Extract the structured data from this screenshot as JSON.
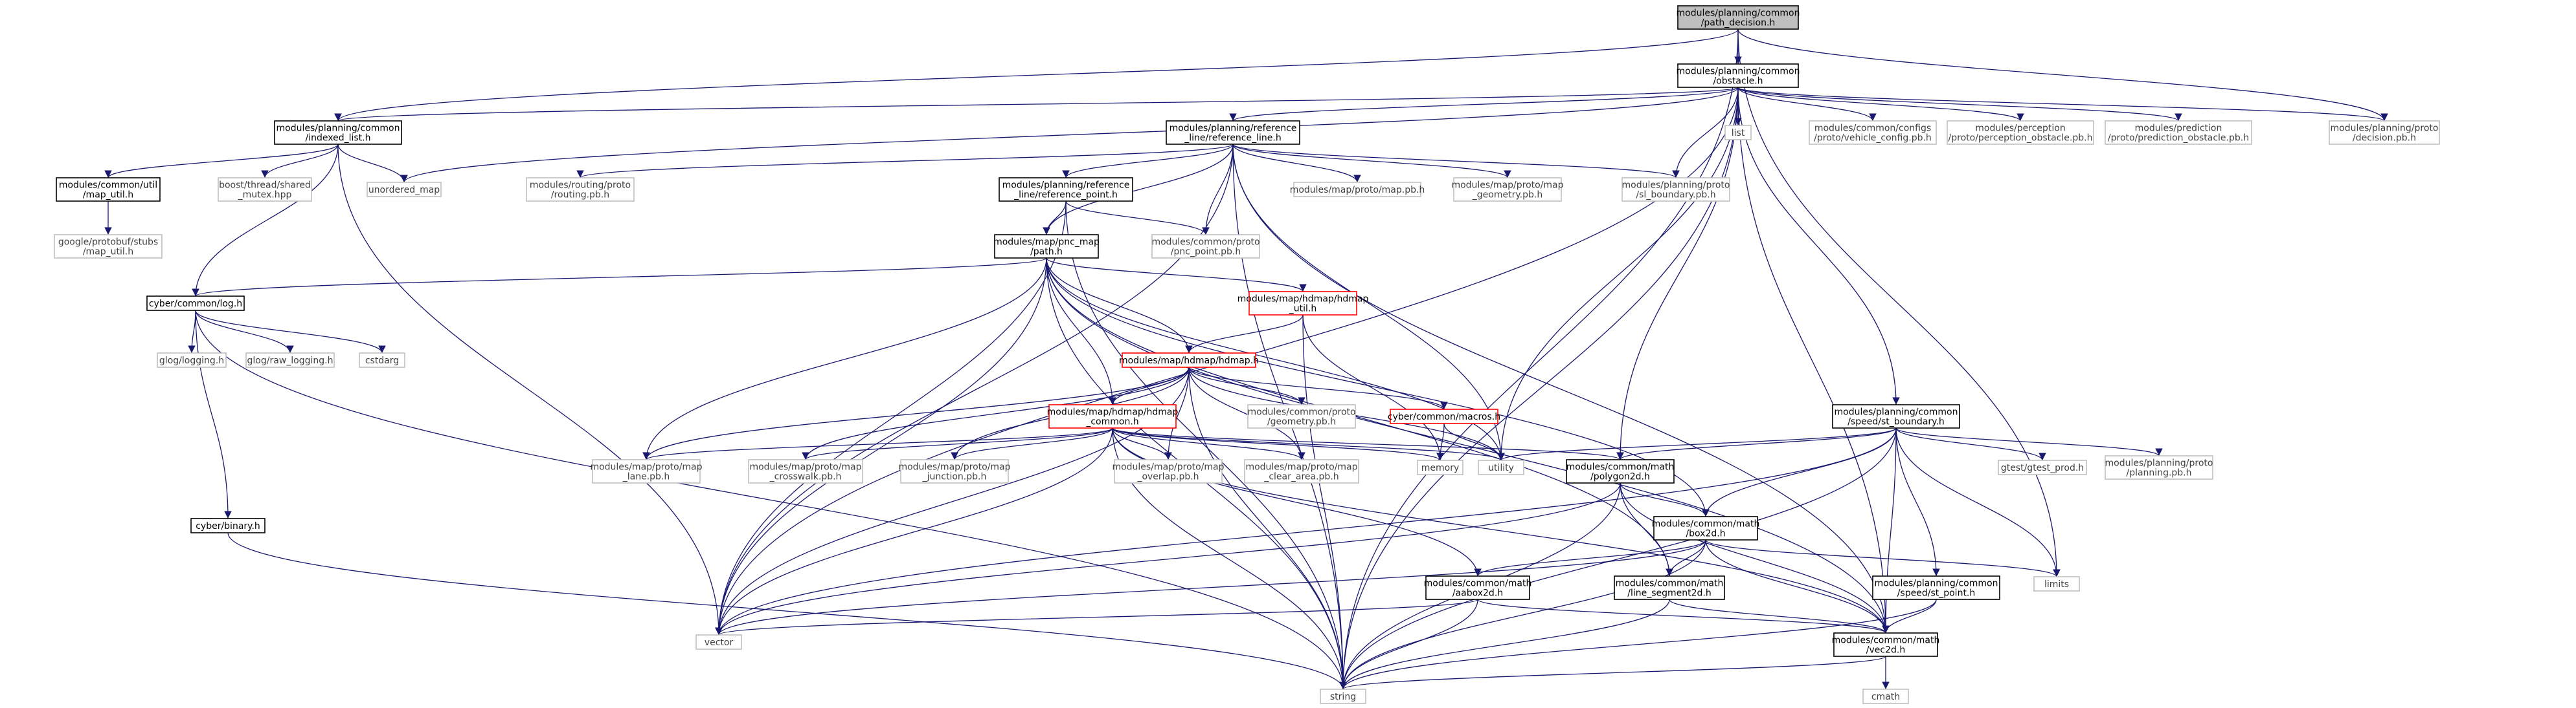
{
  "styles": {
    "edge": "#191970",
    "border_normal": "#000000",
    "border_missing": "#bfbfbf",
    "border_truncated": "#ff0000",
    "fill_root": "#bfbfbf",
    "fill_normal": "#ffffff",
    "text_normal": "#000000",
    "text_missing": "#404040"
  },
  "nodes": [
    {
      "id": "path_decision",
      "lines": [
        "modules/planning/common",
        "/path_decision.h"
      ],
      "kind": "root"
    },
    {
      "id": "obstacle",
      "lines": [
        "modules/planning/common",
        "/obstacle.h"
      ],
      "kind": "normal"
    },
    {
      "id": "indexed_list",
      "lines": [
        "modules/planning/common",
        "/indexed_list.h"
      ],
      "kind": "normal"
    },
    {
      "id": "unordered_map",
      "lines": [
        "unordered_map"
      ],
      "kind": "missing"
    },
    {
      "id": "map_util",
      "lines": [
        "modules/common/util",
        "/map_util.h"
      ],
      "kind": "normal"
    },
    {
      "id": "shared_mutex",
      "lines": [
        "boost/thread/shared",
        "_mutex.hpp"
      ],
      "kind": "missing"
    },
    {
      "id": "stubs_map_util",
      "lines": [
        "google/protobuf/stubs",
        "/map_util.h"
      ],
      "kind": "missing"
    },
    {
      "id": "reference_line",
      "lines": [
        "modules/planning/reference",
        "_line/reference_line.h"
      ],
      "kind": "normal"
    },
    {
      "id": "routing_pb",
      "lines": [
        "modules/routing/proto",
        "/routing.pb.h"
      ],
      "kind": "missing"
    },
    {
      "id": "reference_point",
      "lines": [
        "modules/planning/reference",
        "_line/reference_point.h"
      ],
      "kind": "normal"
    },
    {
      "id": "map_pb",
      "lines": [
        "modules/map/proto/map.pb.h"
      ],
      "kind": "missing"
    },
    {
      "id": "map_geometry_pb",
      "lines": [
        "modules/map/proto/map",
        "_geometry.pb.h"
      ],
      "kind": "missing"
    },
    {
      "id": "sl_boundary_pb",
      "lines": [
        "modules/planning/proto",
        "/sl_boundary.pb.h"
      ],
      "kind": "missing"
    },
    {
      "id": "list",
      "lines": [
        "list"
      ],
      "kind": "missing"
    },
    {
      "id": "vehicle_config_pb",
      "lines": [
        "modules/common/configs",
        "/proto/vehicle_config.pb.h"
      ],
      "kind": "missing"
    },
    {
      "id": "perception_obstacle_pb",
      "lines": [
        "modules/perception",
        "/proto/perception_obstacle.pb.h"
      ],
      "kind": "missing"
    },
    {
      "id": "prediction_obstacle_pb",
      "lines": [
        "modules/prediction",
        "/proto/prediction_obstacle.pb.h"
      ],
      "kind": "missing"
    },
    {
      "id": "decision_pb",
      "lines": [
        "modules/planning/proto",
        "/decision.pb.h"
      ],
      "kind": "missing"
    },
    {
      "id": "pnc_path",
      "lines": [
        "modules/map/pnc_map",
        "/path.h"
      ],
      "kind": "normal"
    },
    {
      "id": "pnc_point_pb",
      "lines": [
        "modules/common/proto",
        "/pnc_point.pb.h"
      ],
      "kind": "missing"
    },
    {
      "id": "log",
      "lines": [
        "cyber/common/log.h"
      ],
      "kind": "normal"
    },
    {
      "id": "glog_logging",
      "lines": [
        "glog/logging.h"
      ],
      "kind": "missing"
    },
    {
      "id": "glog_raw_logging",
      "lines": [
        "glog/raw_logging.h"
      ],
      "kind": "missing"
    },
    {
      "id": "cstdarg",
      "lines": [
        "cstdarg"
      ],
      "kind": "missing"
    },
    {
      "id": "binary",
      "lines": [
        "cyber/binary.h"
      ],
      "kind": "normal"
    },
    {
      "id": "hdmap_util",
      "lines": [
        "modules/map/hdmap/hdmap",
        "_util.h"
      ],
      "kind": "truncated"
    },
    {
      "id": "hdmap",
      "lines": [
        "modules/map/hdmap/hdmap.h"
      ],
      "kind": "truncated"
    },
    {
      "id": "hdmap_common",
      "lines": [
        "modules/map/hdmap/hdmap",
        "_common.h"
      ],
      "kind": "truncated"
    },
    {
      "id": "geometry_pb",
      "lines": [
        "modules/common/proto",
        "/geometry.pb.h"
      ],
      "kind": "missing"
    },
    {
      "id": "macros",
      "lines": [
        "cyber/common/macros.h"
      ],
      "kind": "truncated"
    },
    {
      "id": "memory",
      "lines": [
        "memory"
      ],
      "kind": "missing"
    },
    {
      "id": "utility",
      "lines": [
        "utility"
      ],
      "kind": "missing"
    },
    {
      "id": "lane_pb",
      "lines": [
        "modules/map/proto/map",
        "_lane.pb.h"
      ],
      "kind": "missing"
    },
    {
      "id": "crosswalk_pb",
      "lines": [
        "modules/map/proto/map",
        "_crosswalk.pb.h"
      ],
      "kind": "missing"
    },
    {
      "id": "junction_pb",
      "lines": [
        "modules/map/proto/map",
        "_junction.pb.h"
      ],
      "kind": "missing"
    },
    {
      "id": "overlap_pb",
      "lines": [
        "modules/map/proto/map",
        "_overlap.pb.h"
      ],
      "kind": "missing"
    },
    {
      "id": "clear_area_pb",
      "lines": [
        "modules/map/proto/map",
        "_clear_area.pb.h"
      ],
      "kind": "missing"
    },
    {
      "id": "st_boundary",
      "lines": [
        "modules/planning/common",
        "/speed/st_boundary.h"
      ],
      "kind": "normal"
    },
    {
      "id": "gtest_prod",
      "lines": [
        "gtest/gtest_prod.h"
      ],
      "kind": "missing"
    },
    {
      "id": "planning_pb",
      "lines": [
        "modules/planning/proto",
        "/planning.pb.h"
      ],
      "kind": "missing"
    },
    {
      "id": "polygon2d",
      "lines": [
        "modules/common/math",
        "/polygon2d.h"
      ],
      "kind": "normal"
    },
    {
      "id": "box2d",
      "lines": [
        "modules/common/math",
        "/box2d.h"
      ],
      "kind": "normal"
    },
    {
      "id": "limits",
      "lines": [
        "limits"
      ],
      "kind": "missing"
    },
    {
      "id": "aabox2d",
      "lines": [
        "modules/common/math",
        "/aabox2d.h"
      ],
      "kind": "normal"
    },
    {
      "id": "line_segment2d",
      "lines": [
        "modules/common/math",
        "/line_segment2d.h"
      ],
      "kind": "normal"
    },
    {
      "id": "st_point",
      "lines": [
        "modules/planning/common",
        "/speed/st_point.h"
      ],
      "kind": "normal"
    },
    {
      "id": "vector",
      "lines": [
        "vector"
      ],
      "kind": "missing"
    },
    {
      "id": "vec2d",
      "lines": [
        "modules/common/math",
        "/vec2d.h"
      ],
      "kind": "normal"
    },
    {
      "id": "string",
      "lines": [
        "string"
      ],
      "kind": "missing"
    },
    {
      "id": "cmath",
      "lines": [
        "cmath"
      ],
      "kind": "missing"
    }
  ],
  "edges": [
    [
      "path_decision",
      "obstacle"
    ],
    [
      "path_decision",
      "indexed_list"
    ],
    [
      "path_decision",
      "decision_pb"
    ],
    [
      "path_decision",
      "limits"
    ],
    [
      "path_decision",
      "string"
    ],
    [
      "obstacle",
      "indexed_list"
    ],
    [
      "obstacle",
      "reference_line"
    ],
    [
      "obstacle",
      "unordered_map"
    ],
    [
      "obstacle",
      "sl_boundary_pb"
    ],
    [
      "obstacle",
      "list"
    ],
    [
      "obstacle",
      "vehicle_config_pb"
    ],
    [
      "obstacle",
      "perception_obstacle_pb"
    ],
    [
      "obstacle",
      "prediction_obstacle_pb"
    ],
    [
      "obstacle",
      "decision_pb"
    ],
    [
      "obstacle",
      "st_boundary"
    ],
    [
      "obstacle",
      "polygon2d"
    ],
    [
      "obstacle",
      "vec2d"
    ],
    [
      "obstacle",
      "utility"
    ],
    [
      "obstacle",
      "vector"
    ],
    [
      "obstacle",
      "string"
    ],
    [
      "indexed_list",
      "unordered_map"
    ],
    [
      "indexed_list",
      "map_util"
    ],
    [
      "indexed_list",
      "shared_mutex"
    ],
    [
      "indexed_list",
      "log"
    ],
    [
      "indexed_list",
      "vector"
    ],
    [
      "map_util",
      "stubs_map_util"
    ],
    [
      "reference_line",
      "routing_pb"
    ],
    [
      "reference_line",
      "reference_point"
    ],
    [
      "reference_line",
      "map_pb"
    ],
    [
      "reference_line",
      "map_geometry_pb"
    ],
    [
      "reference_line",
      "sl_boundary_pb"
    ],
    [
      "reference_line",
      "pnc_path"
    ],
    [
      "reference_line",
      "pnc_point_pb"
    ],
    [
      "reference_line",
      "vec2d"
    ],
    [
      "reference_line",
      "utility"
    ],
    [
      "reference_line",
      "vector"
    ],
    [
      "reference_line",
      "string"
    ],
    [
      "reference_point",
      "pnc_path"
    ],
    [
      "reference_point",
      "pnc_point_pb"
    ],
    [
      "reference_point",
      "vector"
    ],
    [
      "reference_point",
      "string"
    ],
    [
      "pnc_path",
      "log"
    ],
    [
      "pnc_path",
      "hdmap_util"
    ],
    [
      "pnc_path",
      "hdmap"
    ],
    [
      "pnc_path",
      "hdmap_common"
    ],
    [
      "pnc_path",
      "lane_pb"
    ],
    [
      "pnc_path",
      "box2d"
    ],
    [
      "pnc_path",
      "line_segment2d"
    ],
    [
      "pnc_path",
      "vec2d"
    ],
    [
      "pnc_path",
      "utility"
    ],
    [
      "pnc_path",
      "vector"
    ],
    [
      "pnc_path",
      "string"
    ],
    [
      "log",
      "glog_logging"
    ],
    [
      "log",
      "glog_raw_logging"
    ],
    [
      "log",
      "cstdarg"
    ],
    [
      "log",
      "binary"
    ],
    [
      "log",
      "string"
    ],
    [
      "binary",
      "string"
    ],
    [
      "hdmap_util",
      "hdmap"
    ],
    [
      "hdmap_util",
      "memory"
    ],
    [
      "hdmap_util",
      "string"
    ],
    [
      "hdmap",
      "hdmap_common"
    ],
    [
      "hdmap",
      "geometry_pb"
    ],
    [
      "hdmap",
      "macros"
    ],
    [
      "hdmap",
      "lane_pb"
    ],
    [
      "hdmap",
      "crosswalk_pb"
    ],
    [
      "hdmap",
      "junction_pb"
    ],
    [
      "hdmap",
      "overlap_pb"
    ],
    [
      "hdmap",
      "clear_area_pb"
    ],
    [
      "hdmap",
      "utility"
    ],
    [
      "hdmap",
      "vector"
    ],
    [
      "hdmap",
      "string"
    ],
    [
      "hdmap_common",
      "lane_pb"
    ],
    [
      "hdmap_common",
      "crosswalk_pb"
    ],
    [
      "hdmap_common",
      "junction_pb"
    ],
    [
      "hdmap_common",
      "overlap_pb"
    ],
    [
      "hdmap_common",
      "clear_area_pb"
    ],
    [
      "hdmap_common",
      "memory"
    ],
    [
      "hdmap_common",
      "utility"
    ],
    [
      "hdmap_common",
      "polygon2d"
    ],
    [
      "hdmap_common",
      "aabox2d"
    ],
    [
      "hdmap_common",
      "vec2d"
    ],
    [
      "hdmap_common",
      "vector"
    ],
    [
      "hdmap_common",
      "string"
    ],
    [
      "macros",
      "memory"
    ],
    [
      "macros",
      "utility"
    ],
    [
      "st_boundary",
      "gtest_prod"
    ],
    [
      "st_boundary",
      "planning_pb"
    ],
    [
      "st_boundary",
      "polygon2d"
    ],
    [
      "st_boundary",
      "box2d"
    ],
    [
      "st_boundary",
      "limits"
    ],
    [
      "st_boundary",
      "st_point"
    ],
    [
      "st_boundary",
      "vec2d"
    ],
    [
      "st_boundary",
      "utility"
    ],
    [
      "st_boundary",
      "vector"
    ],
    [
      "st_boundary",
      "string"
    ],
    [
      "polygon2d",
      "box2d"
    ],
    [
      "polygon2d",
      "line_segment2d"
    ],
    [
      "polygon2d",
      "vec2d"
    ],
    [
      "polygon2d",
      "vector"
    ],
    [
      "polygon2d",
      "string"
    ],
    [
      "box2d",
      "aabox2d"
    ],
    [
      "box2d",
      "line_segment2d"
    ],
    [
      "box2d",
      "vec2d"
    ],
    [
      "box2d",
      "limits"
    ],
    [
      "box2d",
      "vector"
    ],
    [
      "box2d",
      "string"
    ],
    [
      "aabox2d",
      "vec2d"
    ],
    [
      "aabox2d",
      "vector"
    ],
    [
      "aabox2d",
      "string"
    ],
    [
      "line_segment2d",
      "vec2d"
    ],
    [
      "line_segment2d",
      "string"
    ],
    [
      "st_point",
      "vec2d"
    ],
    [
      "st_point",
      "string"
    ],
    [
      "vec2d",
      "cmath"
    ],
    [
      "vec2d",
      "string"
    ]
  ]
}
